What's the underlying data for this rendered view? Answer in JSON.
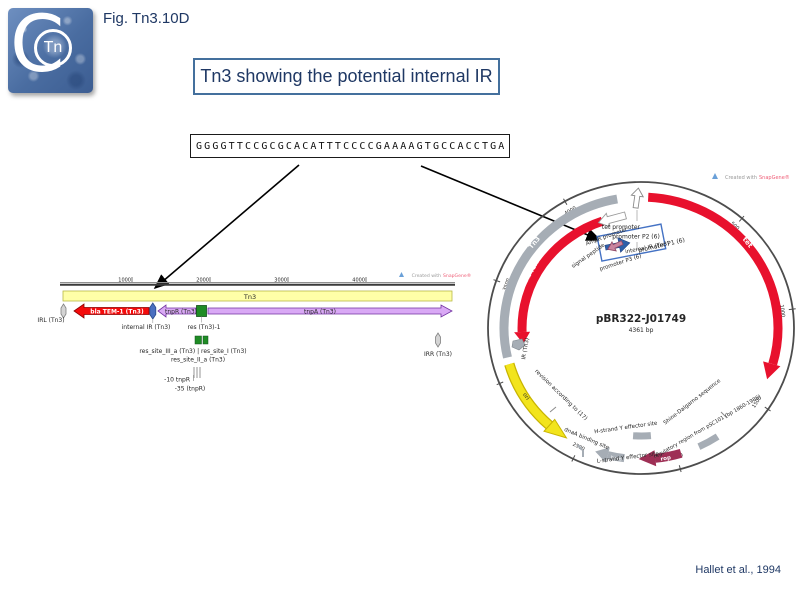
{
  "header": {
    "fig_label": "Fig. Tn3.10D",
    "title": "Tn3 showing the potential internal IR"
  },
  "logo": {
    "big_letter": "C",
    "badge": "Tn"
  },
  "sequence_box": {
    "sequence": "GGGGTTCCGCGCACATTTCCCCGAAAAGTGCCACCTGA"
  },
  "citation": "Hallet et al., 1994",
  "watermark": {
    "prefix": "Created with",
    "brand": "SnapGene®"
  },
  "linear_map": {
    "ticks": [
      "1000",
      "2000",
      "3000",
      "4000"
    ],
    "bar_label": "Tn3",
    "irl_label": "IRL (Tn3)",
    "bla_label": "bla TEM-1 (Tn3)",
    "internal_ir_label": "internal IR (Tn3)",
    "tnpr_label": "tnpR (Tn3)",
    "res1_label": "res (Tn3)-1",
    "tnpa_label": "tnpA (Tn3)",
    "irr_label": "IRR (Tn3)",
    "res_sites_line1": "res_site_III_a (Tn3) | res_site_I (Tn3)",
    "res_sites_line2": "res_site_II_a (Tn3)",
    "minus10_label": "-10 tnpR",
    "minus35_label": "-35 (tnpR)"
  },
  "plasmid": {
    "name": "pBR322-J01749",
    "size": "4361 bp",
    "ticks": [
      "500",
      "1000",
      "1500",
      "2000",
      "2500",
      "3000",
      "3500",
      "4000"
    ],
    "tet": "tet",
    "tn3": "Tn3",
    "bla": "bla TEM-1 (Tn3)",
    "ori": "ori",
    "rop": "rop",
    "bom": "bom",
    "ir": "IR (Tn3)",
    "tet_promoter": "tet promoter",
    "promoter_p2": "promoter P2 (6)",
    "promoter_p1": "promoter P1 (6)",
    "ampr_promoter": "AmpR promoter",
    "signal_peptide": "signal peptide",
    "promoter_p3": "promoter P3 (6)",
    "internal_ir": "internal IR (Tn3)",
    "revision": "revision according to (17)",
    "dnaa_site": "dnaA binding site",
    "h_strand": "H-strand Y effector site",
    "l_strand": "L-strand Y effector site",
    "shine_dalgarno": "Shine-Dalgarno sequence",
    "regulatory_region": "regulatory region  from pSC101 (bp 1860-1986)"
  },
  "colors": {
    "navy_text": "#1f3864",
    "title_border": "#44709d",
    "red_feature": "#f40b0b",
    "purple_fill": "#d9a9f5",
    "purple_stroke": "#7030a0",
    "yellow_bar": "#ffffa8",
    "green_site": "#1f8c25",
    "blue_feature": "#4a6fc0",
    "gray_arc": "#a6adb5",
    "tet_red": "#e8112d",
    "ori_yellow": "#f2e41c",
    "rop_maroon": "#9e2f55",
    "signal_pink": "#c9849f",
    "callout_blue": "#4472c4",
    "snapgene_pink": "#ef6079"
  }
}
